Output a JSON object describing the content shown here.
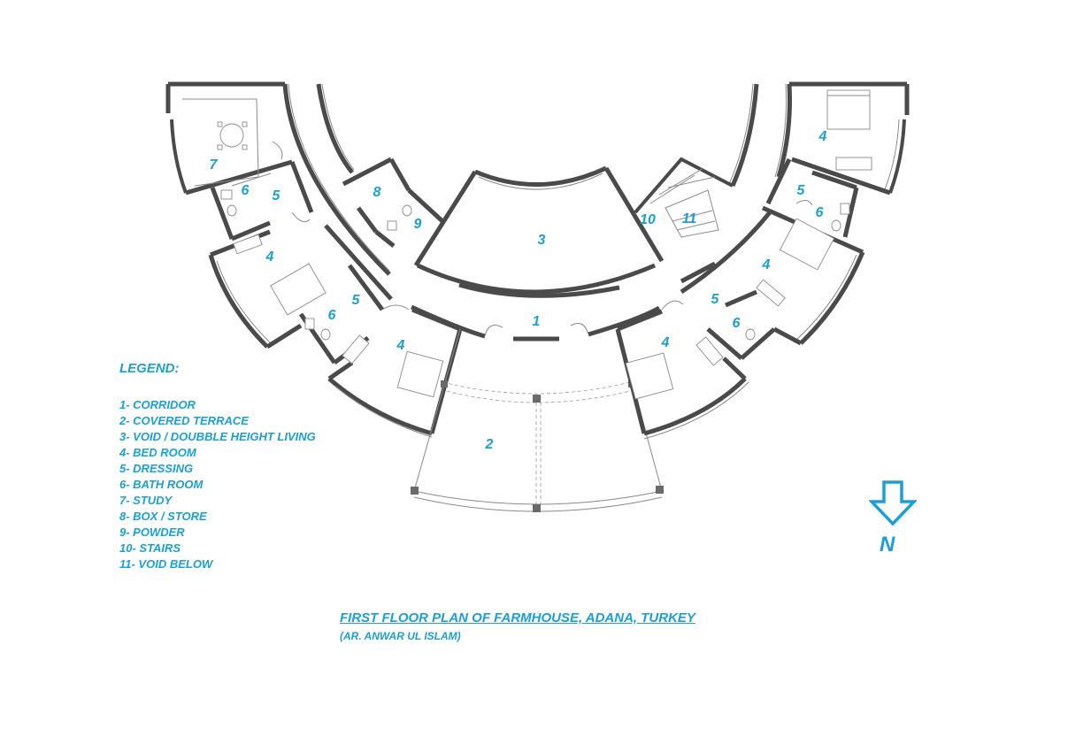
{
  "title": "FIRST FLOOR PLAN OF FARMHOUSE, ADANA, TURKEY",
  "subtitle": "(AR. ANWAR UL ISLAM)",
  "north_label": "N",
  "legend": {
    "title": "LEGEND:",
    "items": [
      "1- CORRIDOR",
      "2- COVERED TERRACE",
      "3- VOID / DOUBBLE HEIGHT LIVING",
      "4- BED ROOM",
      "5- DRESSING",
      "6- BATH ROOM",
      "7- STUDY",
      "8- BOX / STORE",
      "9- POWDER",
      "10- STAIRS",
      "11- VOID BELOW"
    ]
  },
  "room_labels": {
    "corridor": "1",
    "terrace": "2",
    "void_living": "3",
    "bed_left_upper": "4",
    "bed_left_lower": "4",
    "bed_right_lower": "4",
    "bed_right_middle": "4",
    "bed_right_upper": "4",
    "dressing_left_upper": "5",
    "dressing_left_lower": "5",
    "dressing_right_lower": "5",
    "dressing_right_upper": "5",
    "bath_left_upper": "6",
    "bath_left_lower": "6",
    "bath_right_lower": "6",
    "bath_right_upper": "6",
    "study": "7",
    "store": "8",
    "powder": "9",
    "stairs": "10",
    "void_below": "11"
  },
  "colors": {
    "label": "#1a9fd9",
    "wall": "#4a4a4a",
    "line": "#8a8a8a"
  }
}
